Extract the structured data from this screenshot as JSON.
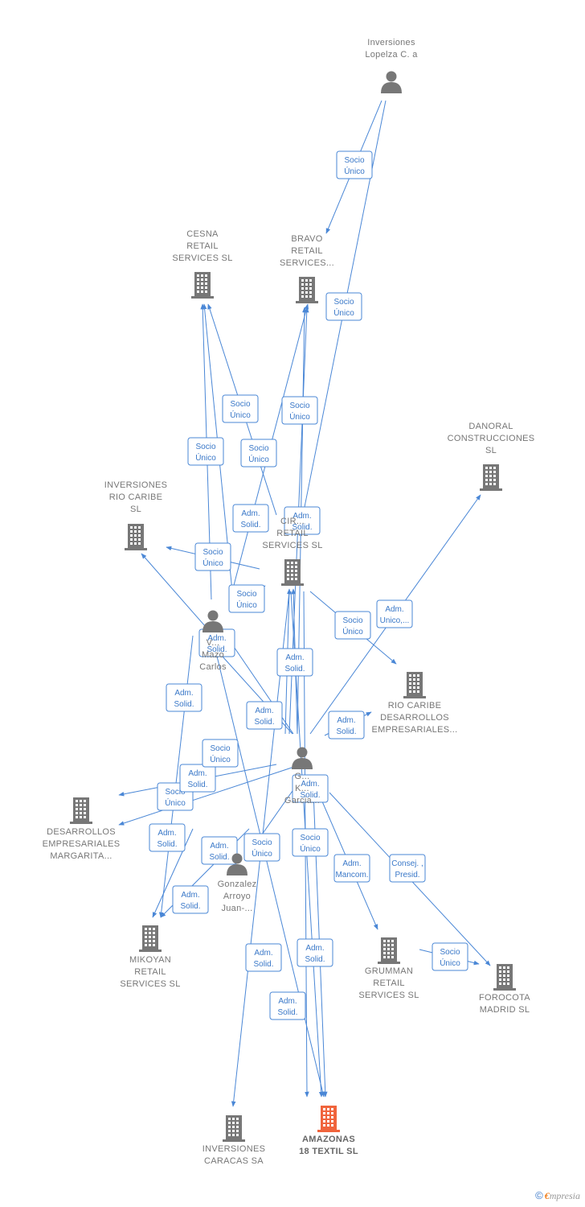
{
  "colors": {
    "edge": "#4a87d6",
    "node": "#777777",
    "focus": "#f0643c"
  },
  "nodes": [
    {
      "id": "lopelza",
      "type": "person",
      "label": [
        "Inversiones",
        "Lopelza C. a"
      ]
    },
    {
      "id": "cesna",
      "type": "company",
      "label": [
        "CESNA",
        "RETAIL",
        "SERVICES  SL"
      ]
    },
    {
      "id": "bravo",
      "type": "company",
      "label": [
        "BRAVO",
        "RETAIL",
        "SERVICES..."
      ]
    },
    {
      "id": "danoral",
      "type": "company",
      "label": [
        "DANORAL",
        "CONSTRUCCIONES",
        "SL"
      ]
    },
    {
      "id": "riocaribe",
      "type": "company",
      "label": [
        "INVERSIONES",
        "RIO CARIBE",
        "SL"
      ]
    },
    {
      "id": "cir",
      "type": "company",
      "label": [
        "CIR...",
        "RETAIL",
        "SERVICES  SL"
      ]
    },
    {
      "id": "vmazo",
      "type": "person",
      "label": [
        "V...",
        "Mazo",
        "Carlos"
      ]
    },
    {
      "id": "riodes",
      "type": "company",
      "label": [
        "RIO CARIBE",
        "DESARROLLOS",
        "EMPRESARIALES..."
      ]
    },
    {
      "id": "khgarcia",
      "type": "person",
      "label": [
        "G...",
        "K...",
        "Garcia..."
      ]
    },
    {
      "id": "margarita",
      "type": "company",
      "label": [
        "DESARROLLOS",
        "EMPRESARIALES",
        "MARGARITA..."
      ]
    },
    {
      "id": "gonzalez",
      "type": "person",
      "label": [
        "Gonzalez",
        "Arroyo",
        "Juan-..."
      ]
    },
    {
      "id": "mikoyan",
      "type": "company",
      "label": [
        "MIKOYAN",
        "RETAIL",
        "SERVICES  SL"
      ]
    },
    {
      "id": "grumman",
      "type": "company",
      "label": [
        "GRUMMAN",
        "RETAIL",
        "SERVICES  SL"
      ]
    },
    {
      "id": "forocota",
      "type": "company",
      "label": [
        "FOROCOTA",
        "MADRID SL"
      ]
    },
    {
      "id": "caracas",
      "type": "company",
      "label": [
        "INVERSIONES",
        "CARACAS SA"
      ]
    },
    {
      "id": "amazonas",
      "type": "company",
      "focus": true,
      "label": [
        "AMAZONAS",
        "18 TEXTIL  SL"
      ]
    }
  ],
  "edge_labels": [
    [
      "Socio",
      "Único"
    ],
    [
      "Socio",
      "Único"
    ],
    [
      "Socio",
      "Único"
    ],
    [
      "Socio",
      "Único"
    ],
    [
      "Socio",
      "Único"
    ],
    [
      "Socio",
      "Único"
    ],
    [
      "Adm.",
      "Solid."
    ],
    [
      "Adm.",
      "Solid."
    ],
    [
      "Socio",
      "Único"
    ],
    [
      "Socio",
      "Único"
    ],
    [
      "Socio",
      "Único"
    ],
    [
      "Adm.",
      "Unico,..."
    ],
    [
      "Adm.",
      "Solid."
    ],
    [
      "Adm.",
      "Solid."
    ],
    [
      "Adm.",
      "Solid."
    ],
    [
      "Adm.",
      "Solid."
    ],
    [
      "Adm.",
      "Solid."
    ],
    [
      "Socio",
      "Único"
    ],
    [
      "Adm.",
      "Solid."
    ],
    [
      "Socio",
      "Único"
    ],
    [
      "Adm.",
      "Solid."
    ],
    [
      "Adm.",
      "Solid."
    ],
    [
      "Adm.",
      "Solid."
    ],
    [
      "Socio",
      "Único"
    ],
    [
      "Socio",
      "Único"
    ],
    [
      "Adm.",
      "Mancom."
    ],
    [
      "Consej. ,",
      "Presid."
    ],
    [
      "Adm.",
      "Solid."
    ],
    [
      "Adm.",
      "Solid."
    ],
    [
      "Adm.",
      "Solid."
    ],
    [
      "Socio",
      "Único"
    ],
    [
      "Adm.",
      "Solid."
    ]
  ],
  "footer": {
    "copyright": "©",
    "brand_first": "€",
    "brand_rest": "mpresia"
  }
}
